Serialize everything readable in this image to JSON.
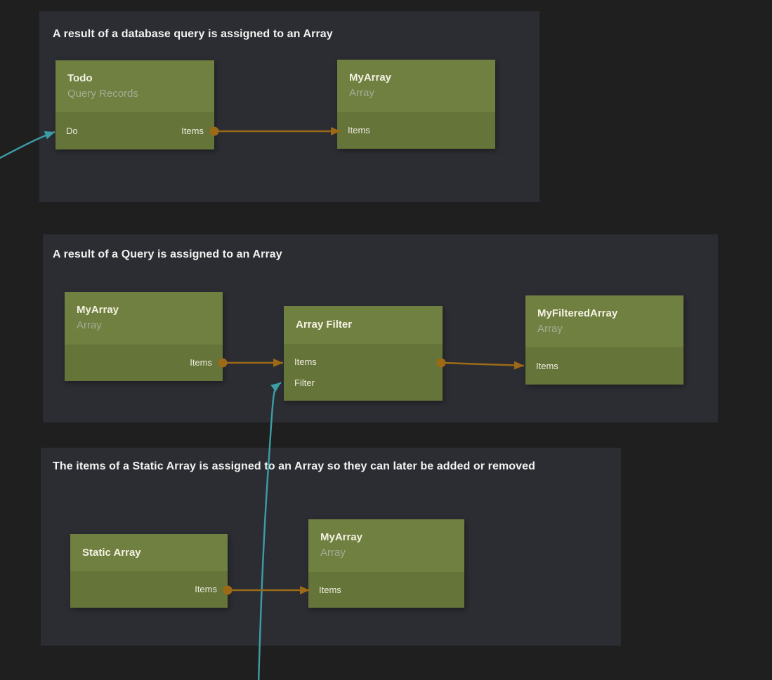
{
  "canvas": {
    "background": "#1f1f20",
    "panel_background": "#2b2d33",
    "node_header_color": "#6f8041",
    "node_body_color": "#657439",
    "node_title_color": "#f4f1e2",
    "node_subtitle_color": "#a6ac95",
    "port_label_color": "#edecdf",
    "group_title_color": "#f2f2f0",
    "data_connection_color": "#9c6a16",
    "signal_connection_color": "#3d9da5"
  },
  "groups": [
    {
      "title": "A result of a database query is assigned to an Array",
      "nodes": [
        {
          "title": "Todo",
          "subtitle": "Query Records",
          "inputs": [
            {
              "label": "Do"
            }
          ],
          "outputs": [
            {
              "label": "Items"
            }
          ]
        },
        {
          "title": "MyArray",
          "subtitle": "Array",
          "inputs": [
            {
              "label": "Items"
            }
          ],
          "outputs": []
        }
      ]
    },
    {
      "title": "A result of a Query is assigned to an Array",
      "nodes": [
        {
          "title": "MyArray",
          "subtitle": "Array",
          "inputs": [],
          "outputs": [
            {
              "label": "Items"
            }
          ]
        },
        {
          "title": "Array Filter",
          "subtitle": "",
          "inputs": [
            {
              "label": "Items"
            },
            {
              "label": "Filter"
            }
          ],
          "outputs": []
        },
        {
          "title": "MyFilteredArray",
          "subtitle": "Array",
          "inputs": [
            {
              "label": "Items"
            }
          ],
          "outputs": []
        }
      ]
    },
    {
      "title": "The items of a Static Array is assigned to an Array so they can later be added or removed",
      "nodes": [
        {
          "title": "Static Array",
          "subtitle": "",
          "inputs": [],
          "outputs": [
            {
              "label": "Items"
            }
          ]
        },
        {
          "title": "MyArray",
          "subtitle": "Array",
          "inputs": [
            {
              "label": "Items"
            }
          ],
          "outputs": []
        }
      ]
    }
  ],
  "connections": [
    {
      "from": "offscreen-left",
      "to": "Todo.Do",
      "type": "signal"
    },
    {
      "from": "Todo.Items",
      "to": "MyArray.Items",
      "type": "data"
    },
    {
      "from": "MyArray.Items",
      "to": "Array Filter.Items",
      "type": "data"
    },
    {
      "from": "Array Filter.Items",
      "to": "MyFilteredArray.Items",
      "type": "data"
    },
    {
      "from": "offscreen-bottom",
      "to": "Array Filter.Filter",
      "type": "signal"
    },
    {
      "from": "Static Array.Items",
      "to": "MyArray.Items",
      "type": "data"
    }
  ]
}
